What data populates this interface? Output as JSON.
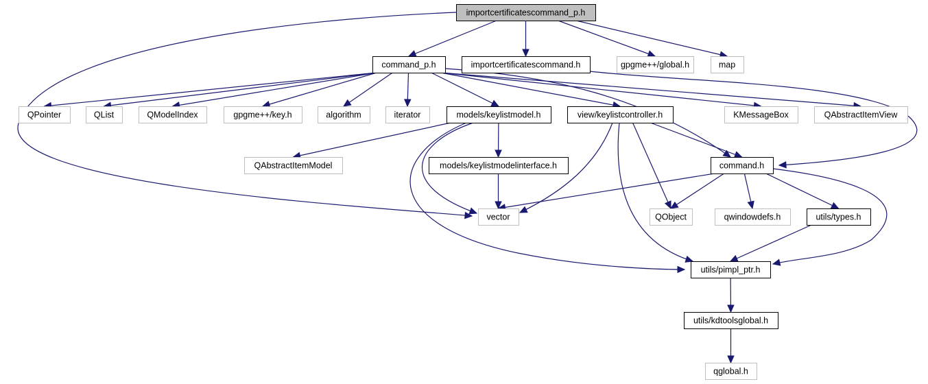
{
  "title": "importcertificatescommand_p.h include dependency graph",
  "colors": {
    "edge": "#191970",
    "root_fill": "#bfbfbf",
    "documented_border": "#000000",
    "external_border": "#bfbfbf",
    "node_fill": "#ffffff"
  },
  "nodes": [
    {
      "id": "root",
      "label": "importcertificatescommand_p.h",
      "kind": "root"
    },
    {
      "id": "command_p",
      "label": "command_p.h",
      "kind": "documented"
    },
    {
      "id": "importcmd",
      "label": "importcertificatescommand.h",
      "kind": "documented"
    },
    {
      "id": "gpgme_global",
      "label": "gpgme++/global.h",
      "kind": "external"
    },
    {
      "id": "map",
      "label": "map",
      "kind": "external"
    },
    {
      "id": "qpointer",
      "label": "QPointer",
      "kind": "external"
    },
    {
      "id": "qlist",
      "label": "QList",
      "kind": "external"
    },
    {
      "id": "qmodelindex",
      "label": "QModelIndex",
      "kind": "external"
    },
    {
      "id": "gpgme_key",
      "label": "gpgme++/key.h",
      "kind": "external"
    },
    {
      "id": "algorithm",
      "label": "algorithm",
      "kind": "external"
    },
    {
      "id": "iterator",
      "label": "iterator",
      "kind": "external"
    },
    {
      "id": "keylistmodel",
      "label": "models/keylistmodel.h",
      "kind": "documented"
    },
    {
      "id": "keylistcontroller",
      "label": "view/keylistcontroller.h",
      "kind": "documented"
    },
    {
      "id": "kmessagebox",
      "label": "KMessageBox",
      "kind": "external"
    },
    {
      "id": "qabstractitemview",
      "label": "QAbstractItemView",
      "kind": "external"
    },
    {
      "id": "qabstractitemmodel",
      "label": "QAbstractItemModel",
      "kind": "external"
    },
    {
      "id": "keylistmodelinterface",
      "label": "models/keylistmodelinterface.h",
      "kind": "documented"
    },
    {
      "id": "command",
      "label": "command.h",
      "kind": "documented"
    },
    {
      "id": "vector",
      "label": "vector",
      "kind": "external"
    },
    {
      "id": "qobject",
      "label": "QObject",
      "kind": "external"
    },
    {
      "id": "qwindowdefs",
      "label": "qwindowdefs.h",
      "kind": "external"
    },
    {
      "id": "types",
      "label": "utils/types.h",
      "kind": "documented"
    },
    {
      "id": "pimpl_ptr",
      "label": "utils/pimpl_ptr.h",
      "kind": "documented"
    },
    {
      "id": "kdtoolsglobal",
      "label": "utils/kdtoolsglobal.h",
      "kind": "documented"
    },
    {
      "id": "qglobal",
      "label": "qglobal.h",
      "kind": "external"
    }
  ],
  "edges": [
    {
      "from": "root",
      "to": "command_p"
    },
    {
      "from": "root",
      "to": "importcmd"
    },
    {
      "from": "root",
      "to": "gpgme_global"
    },
    {
      "from": "root",
      "to": "map"
    },
    {
      "from": "root",
      "to": "vector"
    },
    {
      "from": "command_p",
      "to": "qpointer"
    },
    {
      "from": "command_p",
      "to": "qlist"
    },
    {
      "from": "command_p",
      "to": "qmodelindex"
    },
    {
      "from": "command_p",
      "to": "gpgme_key"
    },
    {
      "from": "command_p",
      "to": "algorithm"
    },
    {
      "from": "command_p",
      "to": "iterator"
    },
    {
      "from": "command_p",
      "to": "keylistmodel"
    },
    {
      "from": "command_p",
      "to": "keylistcontroller"
    },
    {
      "from": "command_p",
      "to": "kmessagebox"
    },
    {
      "from": "command_p",
      "to": "qabstractitemview"
    },
    {
      "from": "command_p",
      "to": "command"
    },
    {
      "from": "importcmd",
      "to": "command"
    },
    {
      "from": "keylistmodel",
      "to": "qabstractitemmodel"
    },
    {
      "from": "keylistmodel",
      "to": "keylistmodelinterface"
    },
    {
      "from": "keylistmodel",
      "to": "vector"
    },
    {
      "from": "keylistmodel",
      "to": "pimpl_ptr"
    },
    {
      "from": "keylistmodelinterface",
      "to": "vector"
    },
    {
      "from": "keylistcontroller",
      "to": "vector"
    },
    {
      "from": "keylistcontroller",
      "to": "qobject"
    },
    {
      "from": "keylistcontroller",
      "to": "command"
    },
    {
      "from": "keylistcontroller",
      "to": "pimpl_ptr"
    },
    {
      "from": "command",
      "to": "vector"
    },
    {
      "from": "command",
      "to": "qobject"
    },
    {
      "from": "command",
      "to": "qwindowdefs"
    },
    {
      "from": "command",
      "to": "types"
    },
    {
      "from": "command",
      "to": "pimpl_ptr"
    },
    {
      "from": "types",
      "to": "pimpl_ptr"
    },
    {
      "from": "pimpl_ptr",
      "to": "kdtoolsglobal"
    },
    {
      "from": "kdtoolsglobal",
      "to": "qglobal"
    }
  ]
}
